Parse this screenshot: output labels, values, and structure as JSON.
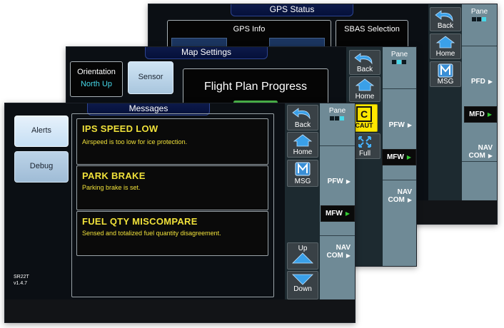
{
  "gps_status": {
    "title": "GPS Status",
    "sections": [
      "GPS Info",
      "SBAS Selection"
    ],
    "keys": {
      "back": "Back",
      "home": "Home",
      "msg": "MSG"
    },
    "pane": {
      "label": "Pane",
      "items": [
        {
          "label": "PFD",
          "active": false
        },
        {
          "label": "MFD",
          "active": true
        },
        {
          "label": "NAV\nCOM",
          "active": false
        }
      ]
    }
  },
  "map_settings": {
    "title": "Map Settings",
    "orientation": {
      "label": "Orientation",
      "value": "North Up"
    },
    "sensor_button": "Sensor",
    "dialog_title": "Flight Plan Progress",
    "keys": {
      "back": "Back",
      "home": "Home",
      "caut": "CAUT",
      "full": "Full"
    },
    "pane": {
      "label": "Pane",
      "items": [
        {
          "label": "PFW",
          "active": false
        },
        {
          "label": "MFW",
          "active": true
        },
        {
          "label": "NAV\nCOM",
          "active": false
        }
      ]
    }
  },
  "messages": {
    "title": "Messages",
    "tabs": [
      "Alerts",
      "Debug"
    ],
    "version": {
      "model": "SR22T",
      "version": "v1.4.7"
    },
    "items": [
      {
        "title": "IPS SPEED LOW",
        "text": "Airspeed is too low for ice protection."
      },
      {
        "title": "PARK BRAKE",
        "text": "Parking brake is set."
      },
      {
        "title": "FUEL QTY MISCOMPARE",
        "text": "Sensed and totalized fuel quantity disagreement."
      }
    ],
    "keys": {
      "back": "Back",
      "home": "Home",
      "msg": "MSG",
      "up": "Up",
      "down": "Down"
    },
    "pane": {
      "label": "Pane",
      "items": [
        {
          "label": "PFW",
          "active": false
        },
        {
          "label": "MFW",
          "active": true
        },
        {
          "label": "NAV\nCOM",
          "active": false
        }
      ]
    }
  },
  "colors": {
    "message_yellow": "#f0e13a",
    "caution_yellow": "#ffe800",
    "active_arrow": "#33cc33",
    "cyan_value": "#46d7e8"
  }
}
